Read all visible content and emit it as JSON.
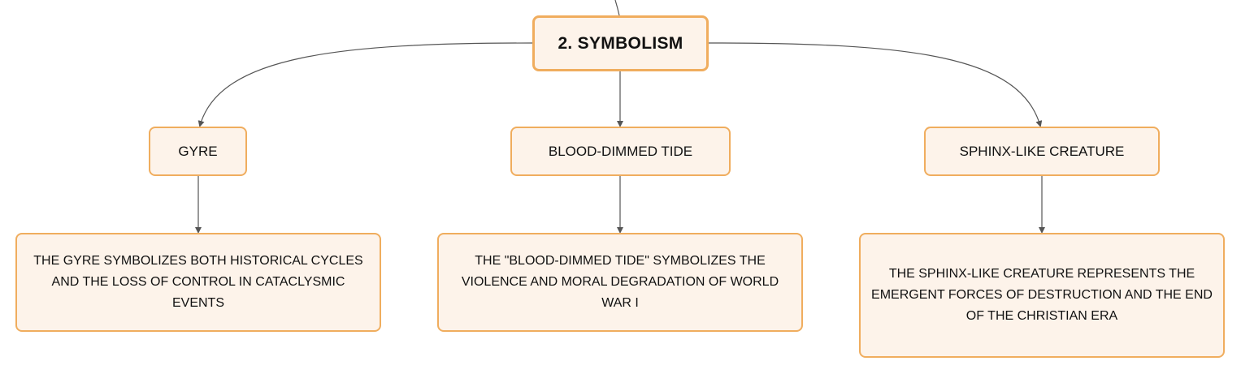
{
  "colors": {
    "node_fill": "#fdf3ea",
    "node_border": "#f0ad5e",
    "connector": "#555555",
    "text": "#111111"
  },
  "root": {
    "label": "2. SYMBOLISM"
  },
  "branches": [
    {
      "label": "GYRE",
      "detail": "THE GYRE SYMBOLIZES BOTH HISTORICAL CYCLES AND THE LOSS OF CONTROL IN CATACLYSMIC EVENTS"
    },
    {
      "label": "BLOOD-DIMMED TIDE",
      "detail": "THE \"BLOOD-DIMMED TIDE\" SYMBOLIZES THE VIOLENCE AND MORAL DEGRADATION OF WORLD WAR I"
    },
    {
      "label": "SPHINX-LIKE CREATURE",
      "detail": "THE SPHINX-LIKE CREATURE REPRESENTS THE EMERGENT FORCES OF DESTRUCTION AND THE END OF THE CHRISTIAN ERA"
    }
  ]
}
